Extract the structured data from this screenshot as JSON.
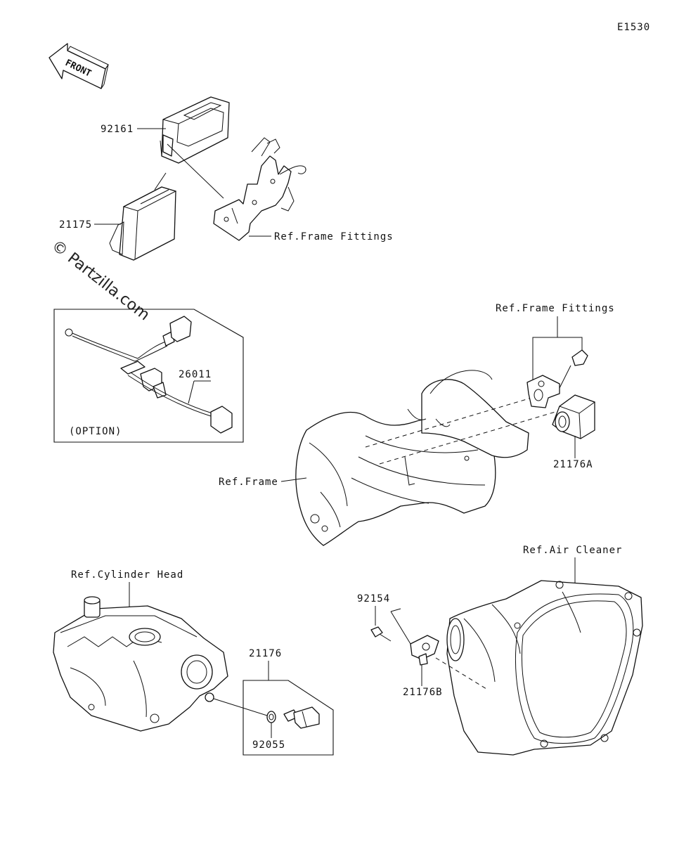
{
  "diagram_code": "E1530",
  "front_arrow_label": "FRONT",
  "watermark": "© Partzilla.com",
  "option_label": "(OPTION)",
  "parts": {
    "p92161": "92161",
    "p21175": "21175",
    "p26011": "26011",
    "p21176A": "21176A",
    "p92154": "92154",
    "p21176B": "21176B",
    "p21176": "21176",
    "p92055": "92055"
  },
  "refs": {
    "frame_fittings_upper": "Ref.Frame Fittings",
    "frame_fittings_right": "Ref.Frame Fittings",
    "frame": "Ref.Frame",
    "air_cleaner": "Ref.Air Cleaner",
    "cylinder_head": "Ref.Cylinder Head"
  }
}
